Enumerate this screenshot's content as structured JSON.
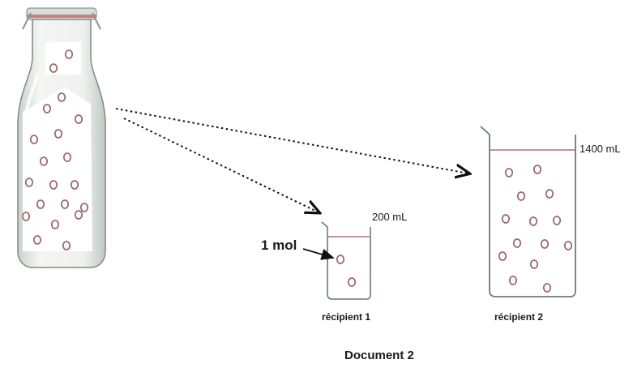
{
  "figure": {
    "caption": "Document 2",
    "bottle": {
      "name": "bottle",
      "particle_count": 20
    },
    "containers": [
      {
        "name": "récipient 1",
        "volume_label": "200 mL",
        "particle_count": 2
      },
      {
        "name": "récipient 2",
        "volume_label": "1400 mL",
        "particle_count": 14
      }
    ],
    "annotation": {
      "text": "1 mol"
    }
  },
  "colors": {
    "particle": "#9a6a6a",
    "liquid_line": "#b07070",
    "glass": "#6e7a74",
    "arrow": "#111111"
  }
}
